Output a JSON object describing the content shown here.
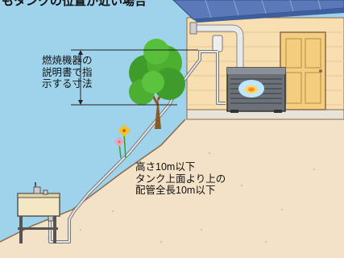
{
  "title": "もタンクの位置が近い場合",
  "dimension_note": {
    "lines": [
      "燃焼機器の",
      "説明書で指",
      "示する寸法"
    ]
  },
  "condition_note": {
    "lines": [
      "高さ10m以下",
      "タンク上面より上の",
      "配管全長10m以下"
    ]
  },
  "colors": {
    "sky": "#9fd3ec",
    "ground": "#f3e2c8",
    "wall": "#f7dfb2",
    "roof": "#5b79b8",
    "pipe": "#d9d9d9",
    "tree": "#3f9c2a",
    "trunk": "#8a5a2b"
  },
  "icons": [
    "boiler-unit-icon",
    "oil-tank-icon",
    "tree-icon",
    "flower-icon",
    "door-icon"
  ]
}
